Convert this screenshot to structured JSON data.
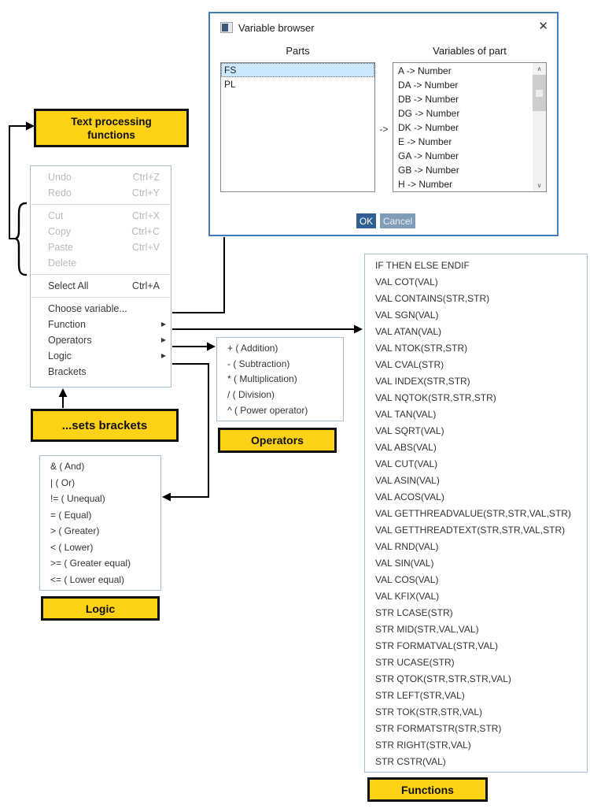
{
  "dialog": {
    "title": "Variable browser",
    "close_glyph": "✕",
    "parts_header": "Parts",
    "variables_header": "Variables of part",
    "parts": [
      "FS",
      "PL"
    ],
    "map_arrow": "->",
    "variables": [
      "A -> Number",
      "DA -> Number",
      "DB -> Number",
      "DG -> Number",
      "DK -> Number",
      "E -> Number",
      "GA -> Number",
      "GB -> Number",
      "H -> Number"
    ],
    "ok_label": "OK",
    "cancel_label": "Cancel",
    "scroll_up_glyph": "∧",
    "scroll_down_glyph": "∨"
  },
  "menu": {
    "items": [
      {
        "label": "Undo",
        "shortcut": "Ctrl+Z"
      },
      {
        "label": "Redo",
        "shortcut": "Ctrl+Y"
      },
      {
        "label": "Cut",
        "shortcut": "Ctrl+X"
      },
      {
        "label": "Copy",
        "shortcut": "Ctrl+C"
      },
      {
        "label": "Paste",
        "shortcut": "Ctrl+V"
      },
      {
        "label": "Delete",
        "shortcut": ""
      },
      {
        "label": "Select All",
        "shortcut": "Ctrl+A"
      },
      {
        "label": "Choose variable...",
        "shortcut": ""
      },
      {
        "label": "Function"
      },
      {
        "label": "Operators"
      },
      {
        "label": "Logic"
      },
      {
        "label": "Brackets"
      }
    ],
    "submenu_arrow_glyph": "▶"
  },
  "operators_menu": [
    "+ ( Addition)",
    "- ( Subtraction)",
    "* ( Multiplication)",
    "/ ( Division)",
    "^ ( Power operator)"
  ],
  "logic_menu": [
    "& ( And)",
    "| ( Or)",
    "!= ( Unequal)",
    "= ( Equal)",
    "> ( Greater)",
    "< ( Lower)",
    ">= ( Greater equal)",
    "<= ( Lower equal)"
  ],
  "functions_menu": [
    "IF THEN ELSE ENDIF",
    "VAL COT(VAL)",
    "VAL CONTAINS(STR,STR)",
    "VAL SGN(VAL)",
    "VAL ATAN(VAL)",
    "VAL NTOK(STR,STR)",
    "VAL CVAL(STR)",
    "VAL INDEX(STR,STR)",
    "VAL NQTOK(STR,STR,STR)",
    "VAL TAN(VAL)",
    "VAL SQRT(VAL)",
    "VAL ABS(VAL)",
    "VAL CUT(VAL)",
    "VAL ASIN(VAL)",
    "VAL ACOS(VAL)",
    "VAL GETTHREADVALUE(STR,STR,VAL,STR)",
    "VAL GETTHREADTEXT(STR,STR,VAL,STR)",
    "VAL RND(VAL)",
    "VAL SIN(VAL)",
    "VAL COS(VAL)",
    "VAL KFIX(VAL)",
    "STR LCASE(STR)",
    "STR MID(STR,VAL,VAL)",
    "STR FORMATVAL(STR,VAL)",
    "STR UCASE(STR)",
    "STR QTOK(STR,STR,STR,VAL)",
    "STR LEFT(STR,VAL)",
    "STR TOK(STR,STR,VAL)",
    "STR FORMATSTR(STR,STR)",
    "STR RIGHT(STR,VAL)",
    "STR CSTR(VAL)"
  ],
  "callouts": {
    "text_processing": "Text processing functions",
    "sets_brackets": "...sets brackets",
    "operators": "Operators",
    "logic": "Logic",
    "functions": "Functions"
  },
  "colors": {
    "callout_yellow": "#fcd116",
    "dialog_border": "#3f7dbf",
    "ok_button": "#2e6191",
    "cancel_button": "#7f9cb8",
    "panel_border": "#a9bdd1",
    "selected_row": "#cce8ff"
  }
}
